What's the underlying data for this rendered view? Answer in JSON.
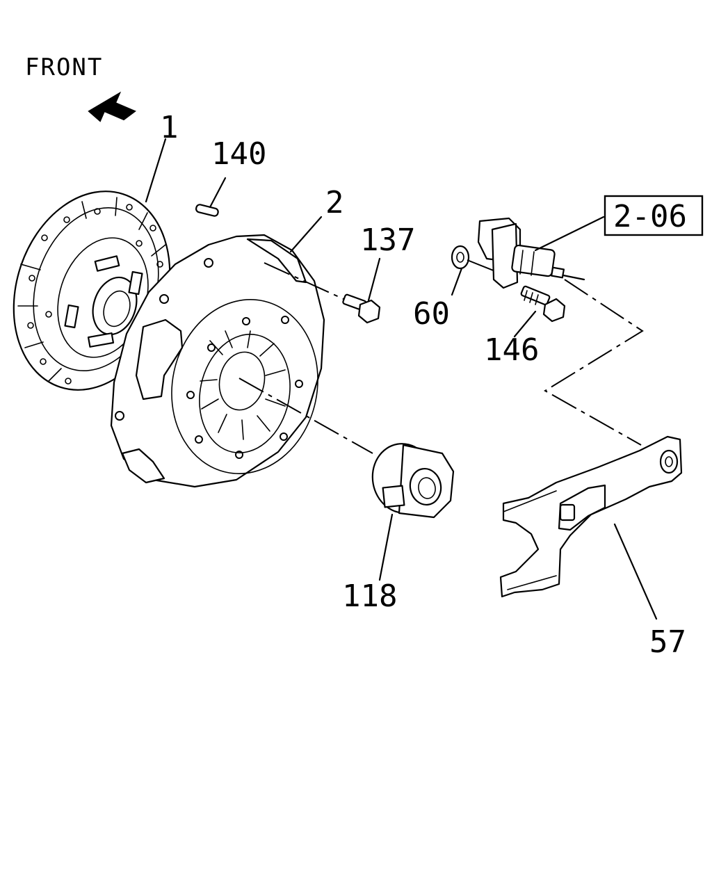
{
  "orientation": {
    "label": "FRONT",
    "arrow_icon": "arrow-up-left-icon"
  },
  "callouts": [
    {
      "id": "1",
      "text": "1"
    },
    {
      "id": "140",
      "text": "140"
    },
    {
      "id": "2",
      "text": "2"
    },
    {
      "id": "137",
      "text": "137"
    },
    {
      "id": "2-06",
      "text": "2-06",
      "boxed": true
    },
    {
      "id": "60",
      "text": "60"
    },
    {
      "id": "146",
      "text": "146"
    },
    {
      "id": "118",
      "text": "118"
    },
    {
      "id": "57",
      "text": "57"
    }
  ],
  "parts": [
    {
      "id": "1",
      "icon": "clutch-disc-icon"
    },
    {
      "id": "140",
      "icon": "dowel-pin-icon"
    },
    {
      "id": "2",
      "icon": "pressure-plate-icon"
    },
    {
      "id": "137",
      "icon": "bolt-icon"
    },
    {
      "id": "2-06",
      "icon": "slave-cylinder-icon"
    },
    {
      "id": "60",
      "icon": "washer-icon"
    },
    {
      "id": "146",
      "icon": "bolt-icon"
    },
    {
      "id": "118",
      "icon": "release-bearing-icon"
    },
    {
      "id": "57",
      "icon": "release-fork-icon"
    }
  ],
  "colors": {
    "ink": "#000000",
    "paper": "#ffffff"
  }
}
